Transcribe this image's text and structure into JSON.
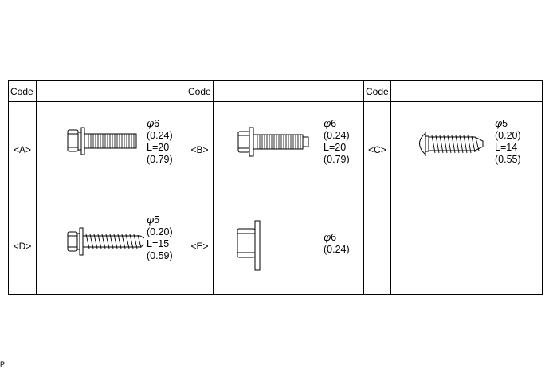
{
  "header": {
    "code_label": "Code"
  },
  "items": [
    {
      "code": "<A>",
      "diameter": "6",
      "diameter_in": "(0.24)",
      "length": "L=20",
      "length_in": "(0.79)",
      "icon": "hex-flange-bolt-with-washer-icon"
    },
    {
      "code": "<B>",
      "diameter": "6",
      "diameter_in": "(0.24)",
      "length": "L=20",
      "length_in": "(0.79)",
      "icon": "hex-flange-bolt-icon"
    },
    {
      "code": "<C>",
      "diameter": "5",
      "diameter_in": "(0.20)",
      "length": "L=14",
      "length_in": "(0.55)",
      "icon": "pan-head-tapping-screw-icon"
    },
    {
      "code": "<D>",
      "diameter": "5",
      "diameter_in": "(0.20)",
      "length": "L=15",
      "length_in": "(0.59)",
      "icon": "hex-tapping-screw-with-washer-icon"
    },
    {
      "code": "<E>",
      "diameter": "6",
      "diameter_in": "(0.24)",
      "icon": "flange-nut-icon"
    }
  ],
  "phi_symbol": "φ",
  "footer": {
    "text": "P"
  }
}
